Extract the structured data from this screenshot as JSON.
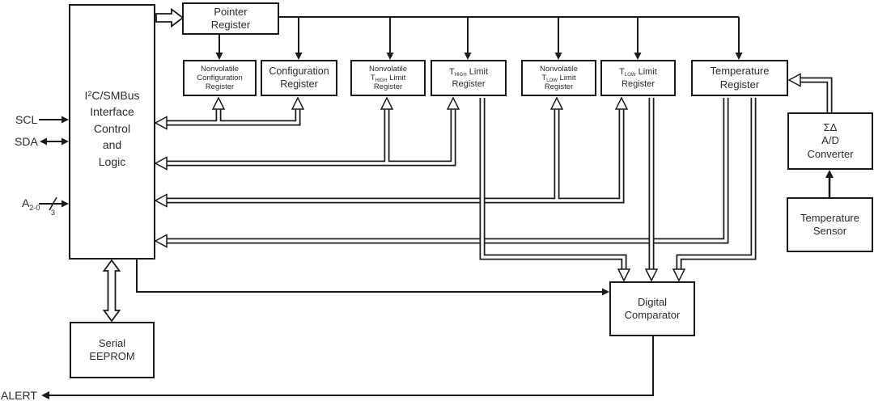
{
  "boxes": {
    "i2c_interface": {
      "line1_pre": "I",
      "line1_sup": "2",
      "line1_post": "C/SMBus",
      "line2": "Interface",
      "line3": "Control",
      "line4": "and",
      "line5": "Logic"
    },
    "pointer_register": {
      "line1": "Pointer",
      "line2": "Register"
    },
    "nv_config_register": {
      "line1": "Nonvolatile",
      "line2": "Configuration",
      "line3": "Register"
    },
    "config_register": {
      "line1": "Configuration",
      "line2": "Register"
    },
    "nv_thigh_register": {
      "line1": "Nonvolatile",
      "t": "T",
      "t_sub": "HIGH",
      "t_post": " Limit",
      "line3": "Register"
    },
    "thigh_register": {
      "t": "T",
      "t_sub": "HIGH",
      "t_post": " Limit",
      "line2": "Register"
    },
    "nv_tlow_register": {
      "line1": "Nonvolatile",
      "t": "T",
      "t_sub": "LOW",
      "t_post": " Limit",
      "line3": "Register"
    },
    "tlow_register": {
      "t": "T",
      "t_sub": "LOW",
      "t_post": " Limit",
      "line2": "Register"
    },
    "temperature_register": {
      "line1": "Temperature",
      "line2": "Register"
    },
    "adc": {
      "line1": "ΣΔ",
      "line2": "A/D",
      "line3": "Converter"
    },
    "temperature_sensor": {
      "line1": "Temperature",
      "line2": "Sensor"
    },
    "digital_comparator": {
      "line1": "Digital",
      "line2": "Comparator"
    },
    "serial_eeprom": {
      "line1": "Serial",
      "line2": "EEPROM"
    }
  },
  "pins": {
    "scl": "SCL",
    "sda": "SDA",
    "addr": "A",
    "addr_sub": "2-0",
    "addr_bus_width": "3",
    "alert": "ALERT"
  },
  "colors": {
    "line": "#1a1a1a",
    "text": "#2b2b2b",
    "background": "#ffffff"
  }
}
